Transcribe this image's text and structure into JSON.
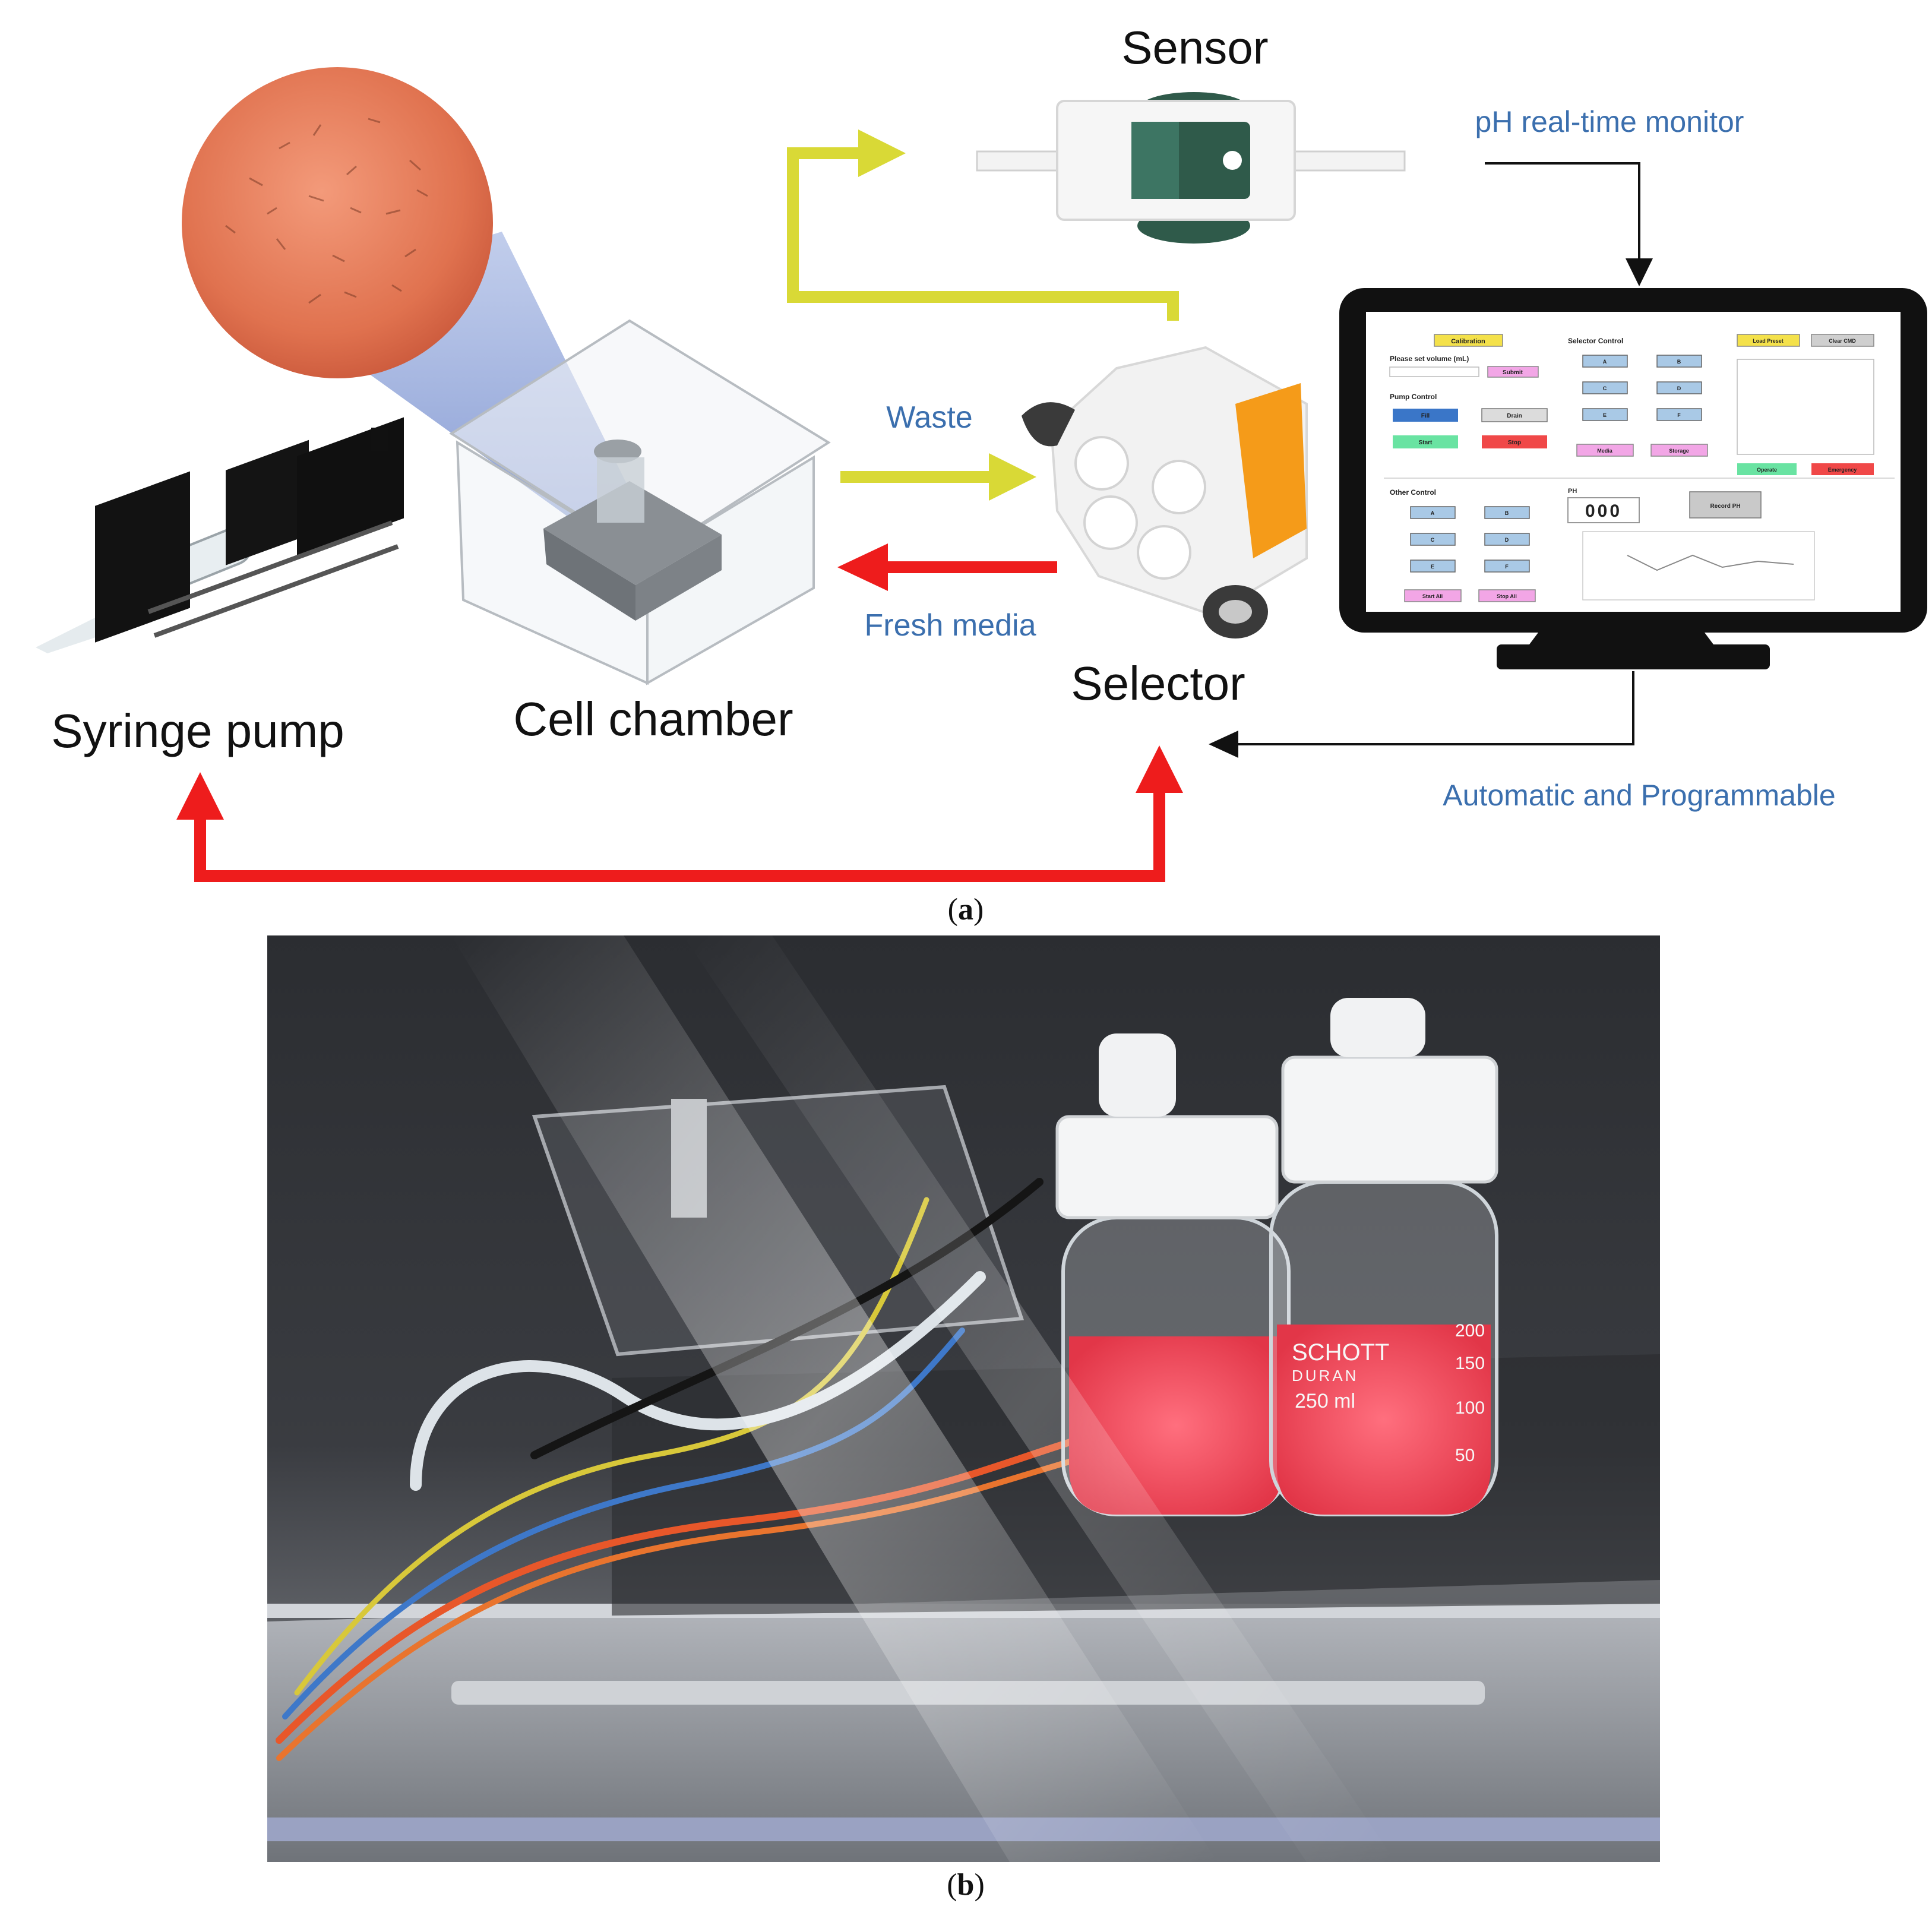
{
  "panel_a": {
    "labels": {
      "sensor": "Sensor",
      "ph_monitor": "pH real-time monitor",
      "waste": "Waste",
      "fresh_media": "Fresh media",
      "selector": "Selector",
      "syringe_pump": "Syringe pump",
      "cell_chamber": "Cell chamber",
      "automatic": "Automatic and Programmable"
    },
    "caption_letter": "a",
    "monitor_screen": {
      "calibration_button": "Calibration",
      "volume_prompt": "Please set volume (mL)",
      "submit_button": "Submit",
      "pump_control": "Pump Control",
      "fill_button": "Fill",
      "drain_button": "Drain",
      "start_button": "Start",
      "stop_button": "Stop",
      "selector_control": "Selector Control",
      "selector_buttons": [
        "A",
        "B",
        "C",
        "D",
        "E",
        "F"
      ],
      "media_button": "Media",
      "storage_button": "Storage",
      "load_preset_button": "Load Preset",
      "clear_cmd_button": "Clear CMD",
      "operate_button": "Operate",
      "emergency_button": "Emergency",
      "other_control": "Other Control",
      "other_buttons": [
        "A",
        "B",
        "C",
        "D",
        "E",
        "F"
      ],
      "start_all_button": "Start All",
      "stop_all_button": "Stop All",
      "ph_label": "PH",
      "ph_value": "000",
      "record_ph_button": "Record PH"
    },
    "colors": {
      "waste_arrow": "#d9d936",
      "fresh_arrow": "#ee1c1c",
      "label_blue": "#3b6fae"
    }
  },
  "panel_b": {
    "caption_letter": "b",
    "bottle_text": [
      "SCHOTT",
      "DURAN",
      "250 ml",
      "200",
      "150",
      "100",
      "50"
    ]
  }
}
